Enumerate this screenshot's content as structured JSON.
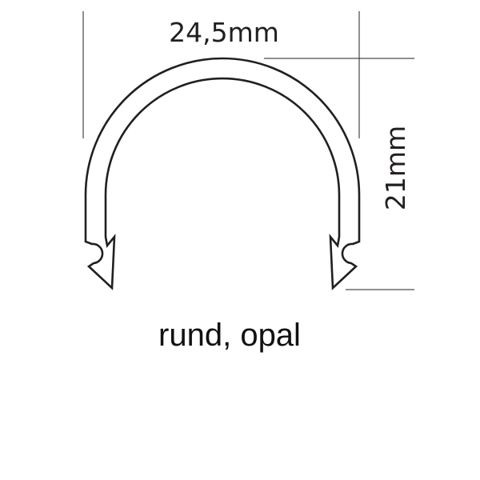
{
  "dimensions": {
    "width_label": "24,5mm",
    "height_label": "21mm"
  },
  "caption": "rund, opal",
  "colors": {
    "line": "#231f20",
    "background": "#ffffff"
  }
}
